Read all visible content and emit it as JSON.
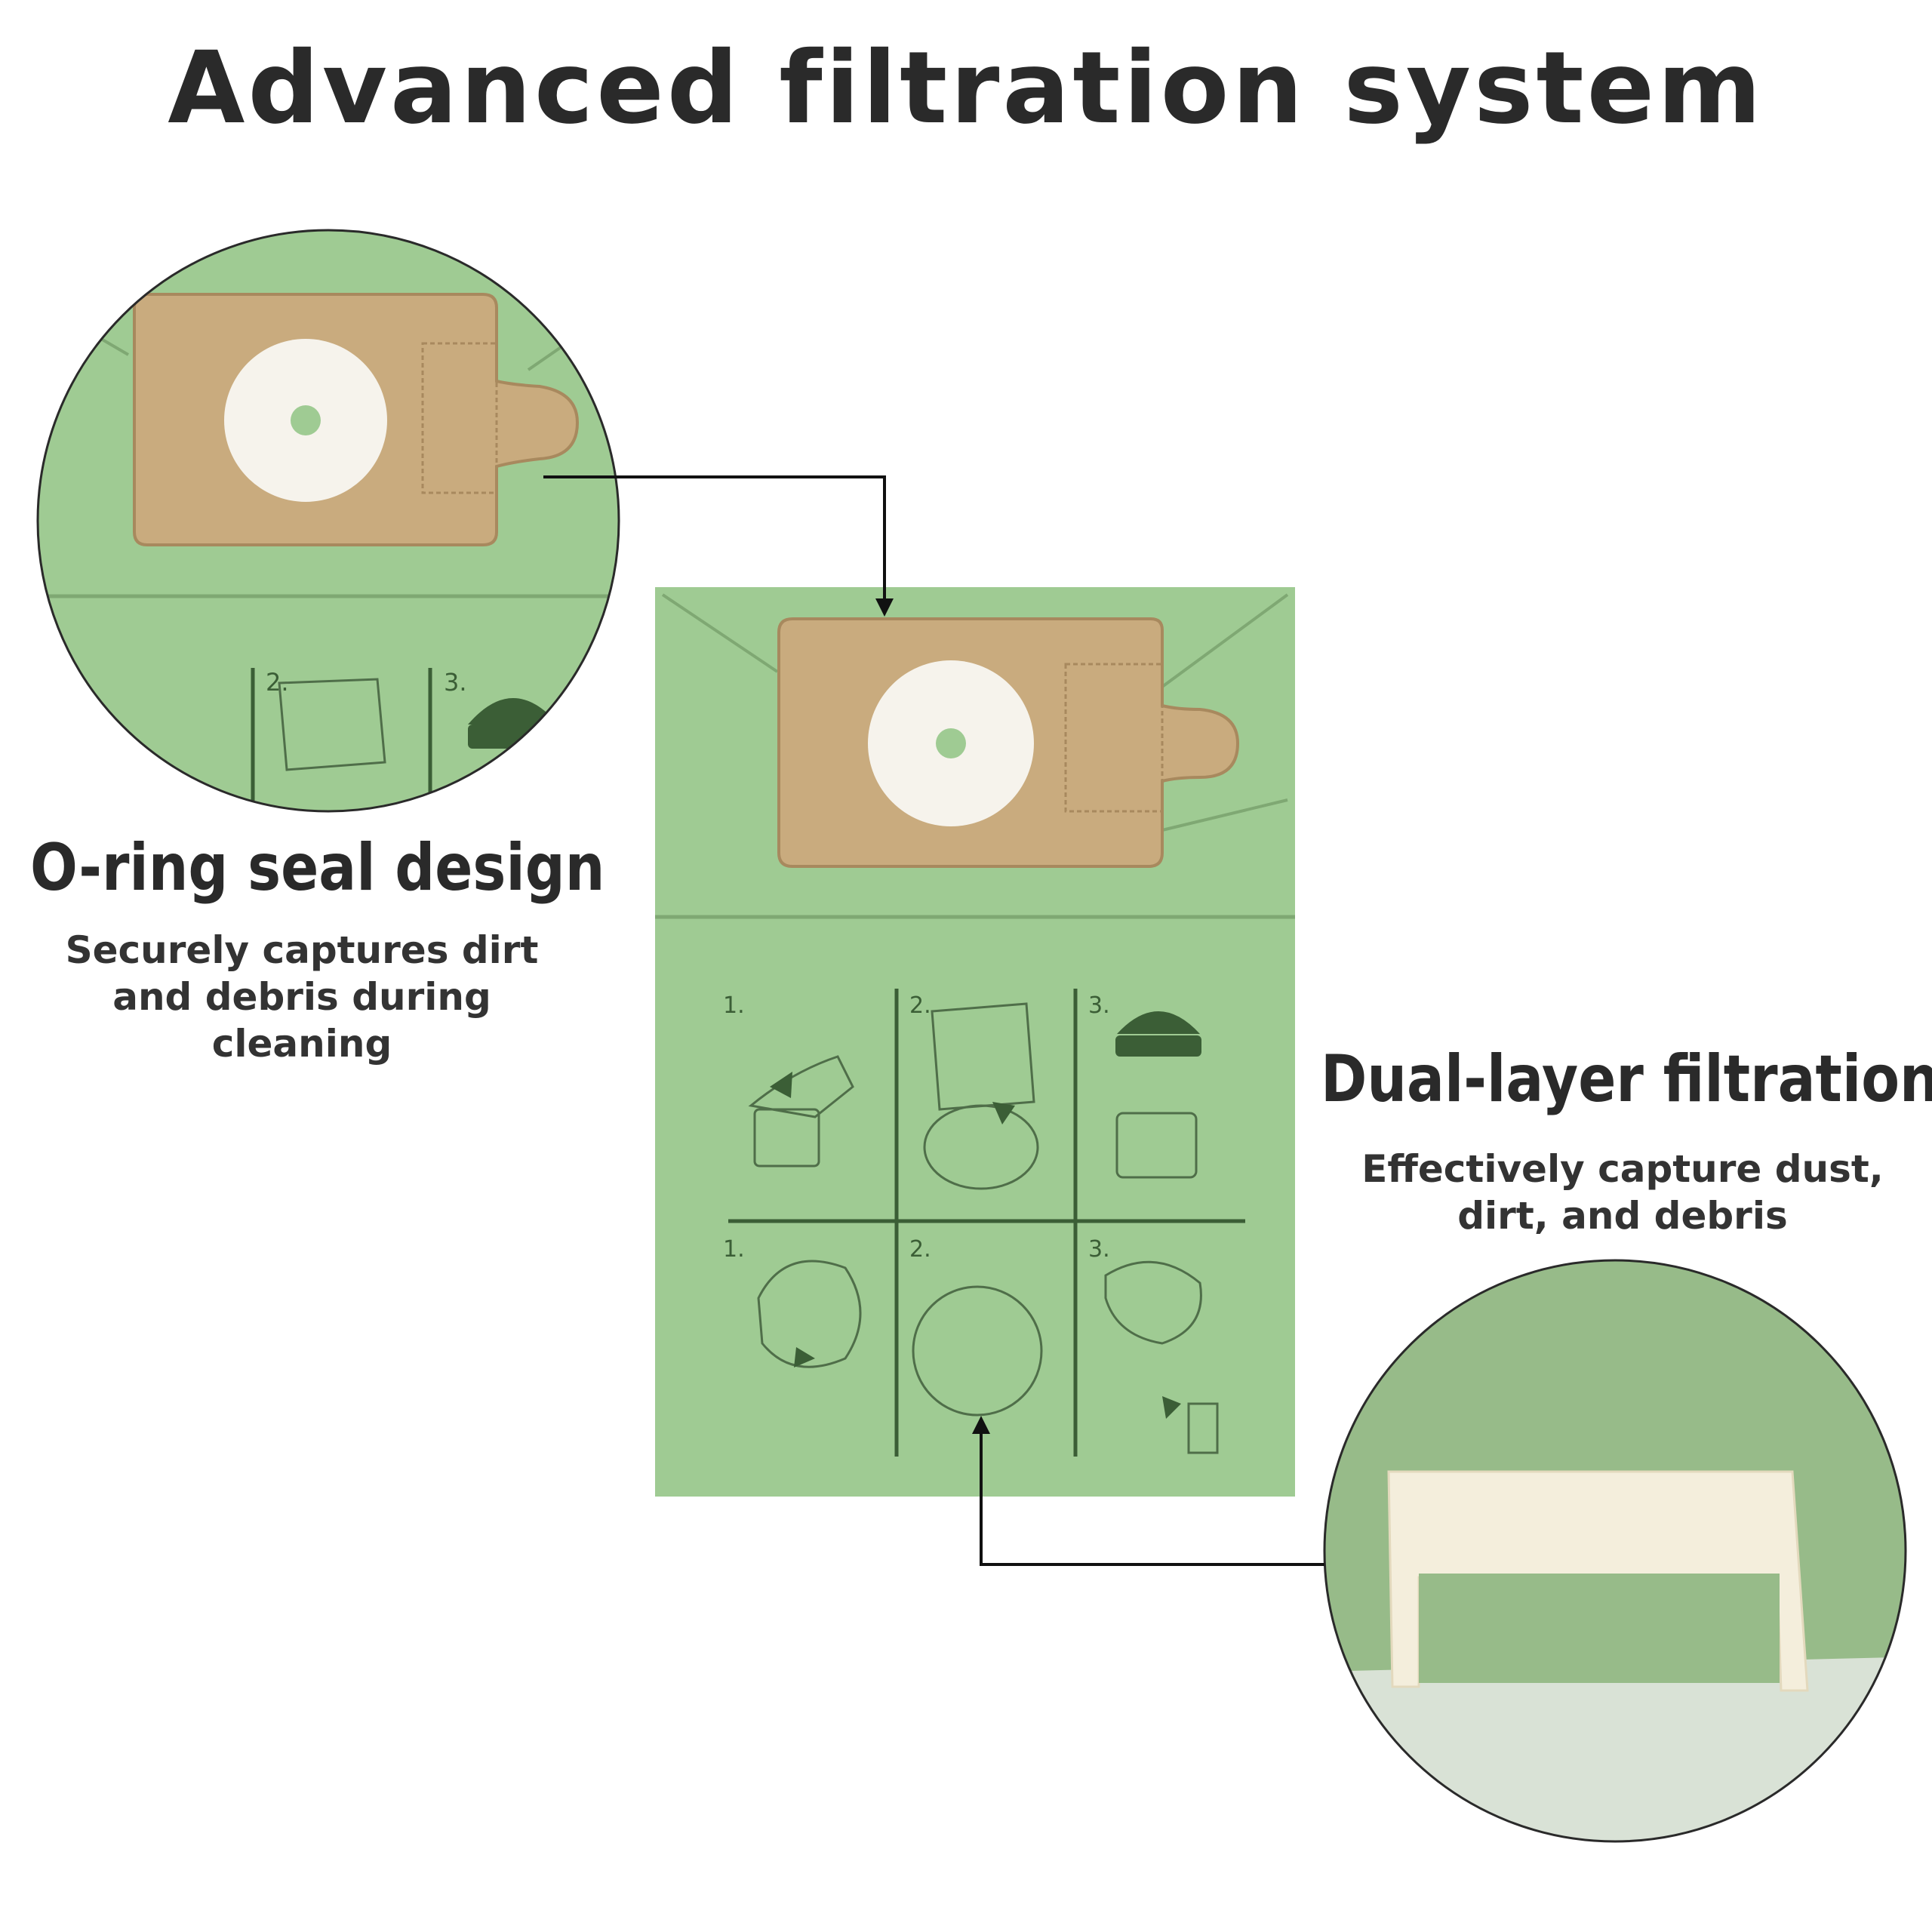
{
  "title": "Advanced filtration system",
  "features": {
    "o_ring": {
      "title": "O-ring seal design",
      "description": [
        "Securely captures dirt",
        "and debris during",
        "cleaning"
      ]
    },
    "dual_layer": {
      "title": "Dual-layer filtration",
      "description": [
        "Effectively capture dust,",
        "dirt, and debris"
      ]
    }
  },
  "instructions": {
    "top_steps": [
      "1.",
      "2.",
      "3."
    ],
    "bottom_steps": [
      "1.",
      "2.",
      "3."
    ],
    "zoom_steps": [
      "2.",
      "3."
    ]
  },
  "colors": {
    "bag_green": "#9fcb93",
    "collar_tan": "#c9ab7e",
    "ink_green": "#3b5e36",
    "zoom_green": "#97bb89",
    "text_dark": "#2a2a2a"
  }
}
